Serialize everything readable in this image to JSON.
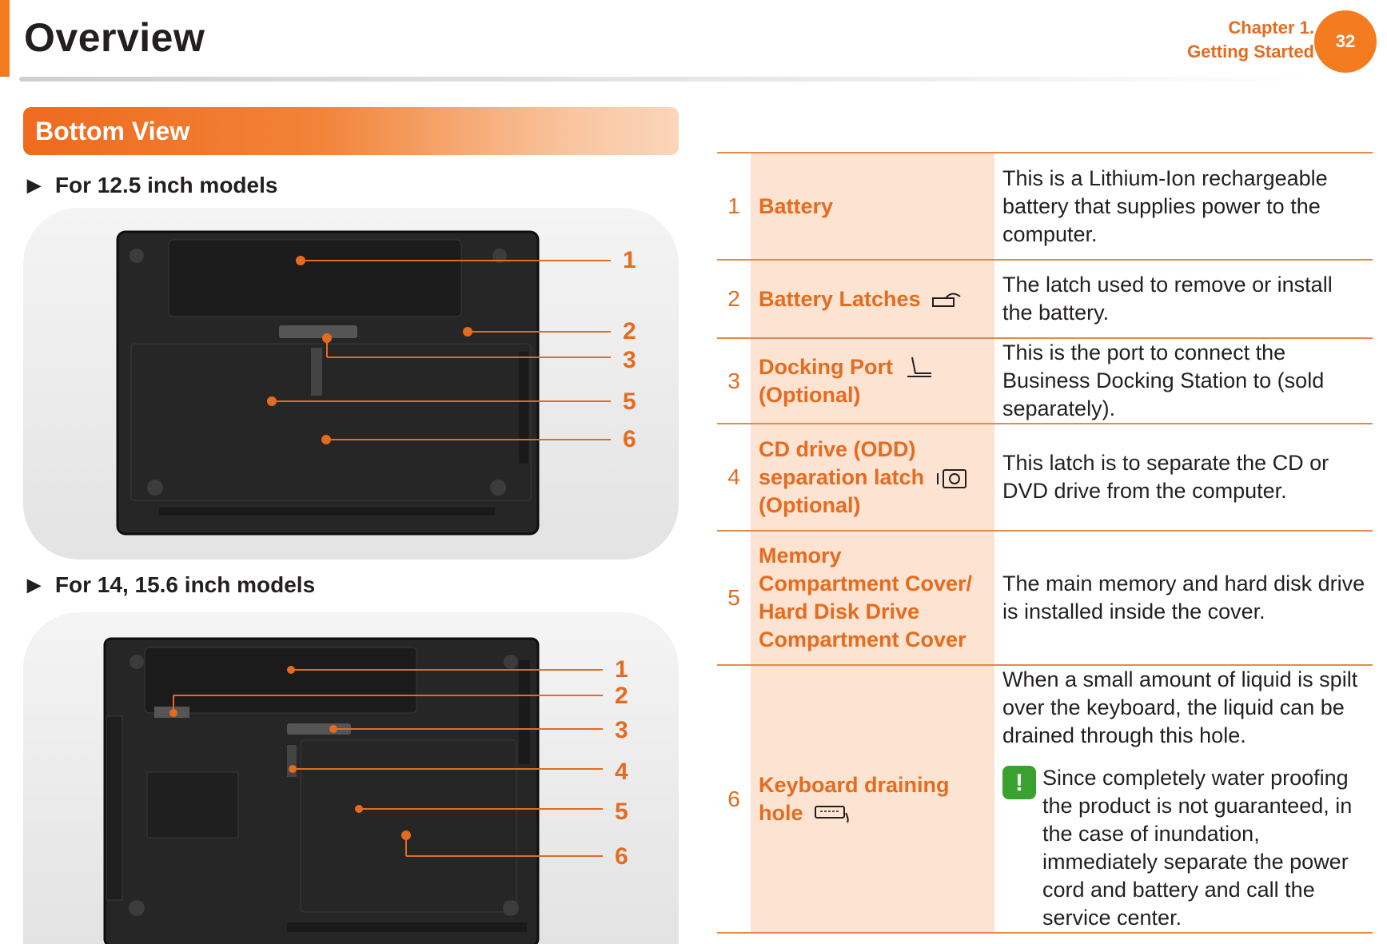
{
  "header": {
    "title": "Overview",
    "chapter_line1": "Chapter 1.",
    "chapter_line2": "Getting Started",
    "page_number": "32"
  },
  "section": {
    "title": "Bottom View"
  },
  "models": [
    {
      "heading": "For 12.5 inch models",
      "callouts": [
        "1",
        "2",
        "3",
        "5",
        "6"
      ]
    },
    {
      "heading": "For 14, 15.6 inch models",
      "callouts": [
        "1",
        "2",
        "3",
        "4",
        "5",
        "6"
      ]
    }
  ],
  "colors": {
    "accent": "#f47b20",
    "accent_text": "#e56b1f",
    "name_cell_bg": "#fde3d1",
    "warning": "#3aa12e"
  },
  "table": {
    "rows": [
      {
        "num": "1",
        "name": "Battery",
        "desc": "This is a Lithium-Ion rechargeable battery that supplies power to the computer."
      },
      {
        "num": "2",
        "name": "Battery Latches",
        "icon": "battery-latch-icon",
        "desc": "The latch used to remove or install the battery."
      },
      {
        "num": "3",
        "name": "Docking Port",
        "name2": "(Optional)",
        "icon": "docking-port-icon",
        "desc": "This is the port to connect the Business Docking Station to (sold separately)."
      },
      {
        "num": "4",
        "name": "CD drive (ODD) separation latch",
        "name2": "(Optional)",
        "icon": "odd-latch-icon",
        "desc": "This latch is to separate the CD or DVD drive from the computer."
      },
      {
        "num": "5",
        "name": "Memory Compartment Cover/ Hard Disk Drive Compartment Cover",
        "desc": "The main memory and hard disk drive is installed inside the cover."
      },
      {
        "num": "6",
        "name": "Keyboard draining hole",
        "icon": "keyboard-drain-icon",
        "desc": "When a small amount of liquid is spilt over the keyboard, the liquid can be drained through this hole.",
        "warning": "Since completely water proofing the product is not guaranteed, in the case of inundation, immediately separate the power cord and battery and call the service center."
      }
    ]
  }
}
